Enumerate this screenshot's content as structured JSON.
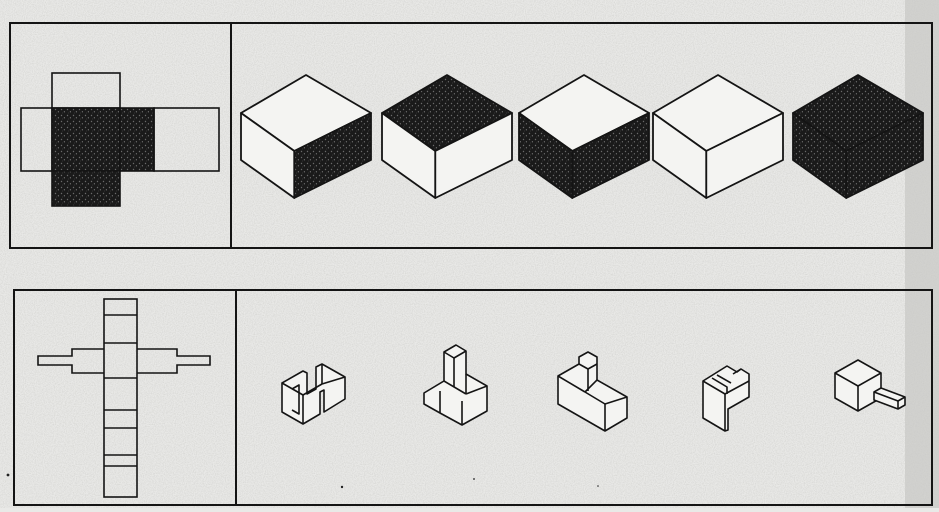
{
  "page": {
    "paper_color": "#e9e9e7",
    "ink_color": "#141414",
    "speckle_color": "#bdbdb9"
  },
  "problem_1": {
    "net": {
      "description_icon": "cube-net-with-shaded-faces",
      "shaded_faces": [
        "center",
        "right-of-center",
        "bottom"
      ]
    },
    "options": [
      {
        "top": "white",
        "left": "white",
        "right": "dark"
      },
      {
        "top": "dark",
        "left": "white",
        "right": "white"
      },
      {
        "top": "white",
        "left": "dark",
        "right": "dark"
      },
      {
        "top": "white",
        "left": "white",
        "right": "white"
      },
      {
        "top": "dark",
        "left": "dark",
        "right": "dark"
      }
    ]
  },
  "problem_2": {
    "net": {
      "description_icon": "cross-net-with-tabs"
    },
    "options": [
      {
        "shape": "u-channel-block"
      },
      {
        "shape": "block-with-back-riser"
      },
      {
        "shape": "l-step-block"
      },
      {
        "shape": "block-with-top-groove"
      },
      {
        "shape": "cube-with-peg"
      }
    ]
  }
}
